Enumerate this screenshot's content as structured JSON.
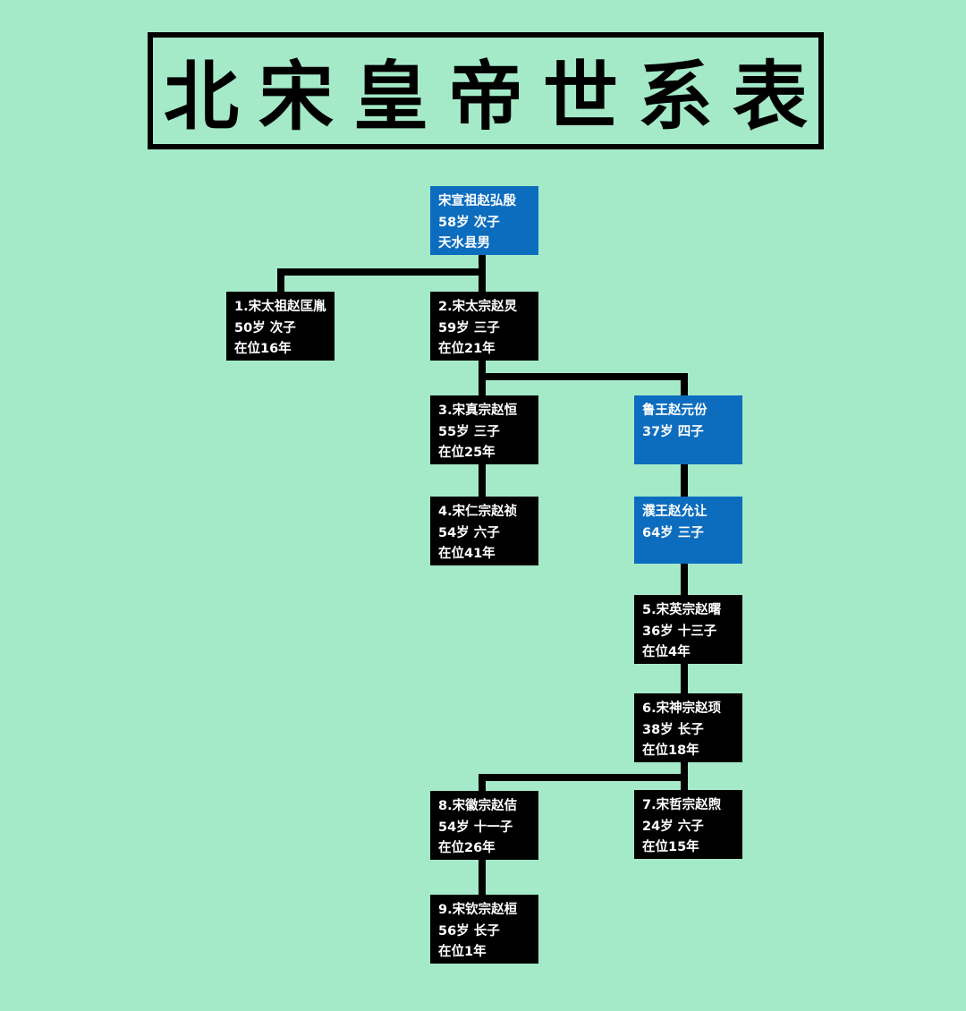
{
  "title": "北宋皇帝世系表",
  "colors": {
    "background": "#a4eac8",
    "emperor": "#000000",
    "ancestor": "#0c6dbf"
  },
  "nodes": {
    "xuanzu": {
      "name": "宋宣祖赵弘殷",
      "info": "58岁 次子",
      "extra": "天水县男"
    },
    "taizu": {
      "name": "1.宋太祖赵匡胤",
      "info": "50岁 次子",
      "extra": "在位16年"
    },
    "taizong": {
      "name": "2.宋太宗赵炅",
      "info": "59岁 三子",
      "extra": "在位21年"
    },
    "zhenzong": {
      "name": "3.宋真宗赵恒",
      "info": "55岁 三子",
      "extra": "在位25年"
    },
    "renzong": {
      "name": "4.宋仁宗赵祯",
      "info": "54岁 六子",
      "extra": "在位41年"
    },
    "luwang": {
      "name": "鲁王赵元份",
      "info": "37岁 四子"
    },
    "puwang": {
      "name": "濮王赵允让",
      "info": "64岁 三子"
    },
    "yingzong": {
      "name": "5.宋英宗赵曙",
      "info": "36岁 十三子",
      "extra": "在位4年"
    },
    "shenzong": {
      "name": "6.宋神宗赵顼",
      "info": "38岁 长子",
      "extra": "在位18年"
    },
    "zhezong": {
      "name": "7.宋哲宗赵煦",
      "info": "24岁 六子",
      "extra": "在位15年"
    },
    "huizong": {
      "name": "8.宋徽宗赵佶",
      "info": "54岁 十一子",
      "extra": "在位26年"
    },
    "qinzong": {
      "name": "9.宋钦宗赵桓",
      "info": "56岁 长子",
      "extra": "在位1年"
    }
  }
}
